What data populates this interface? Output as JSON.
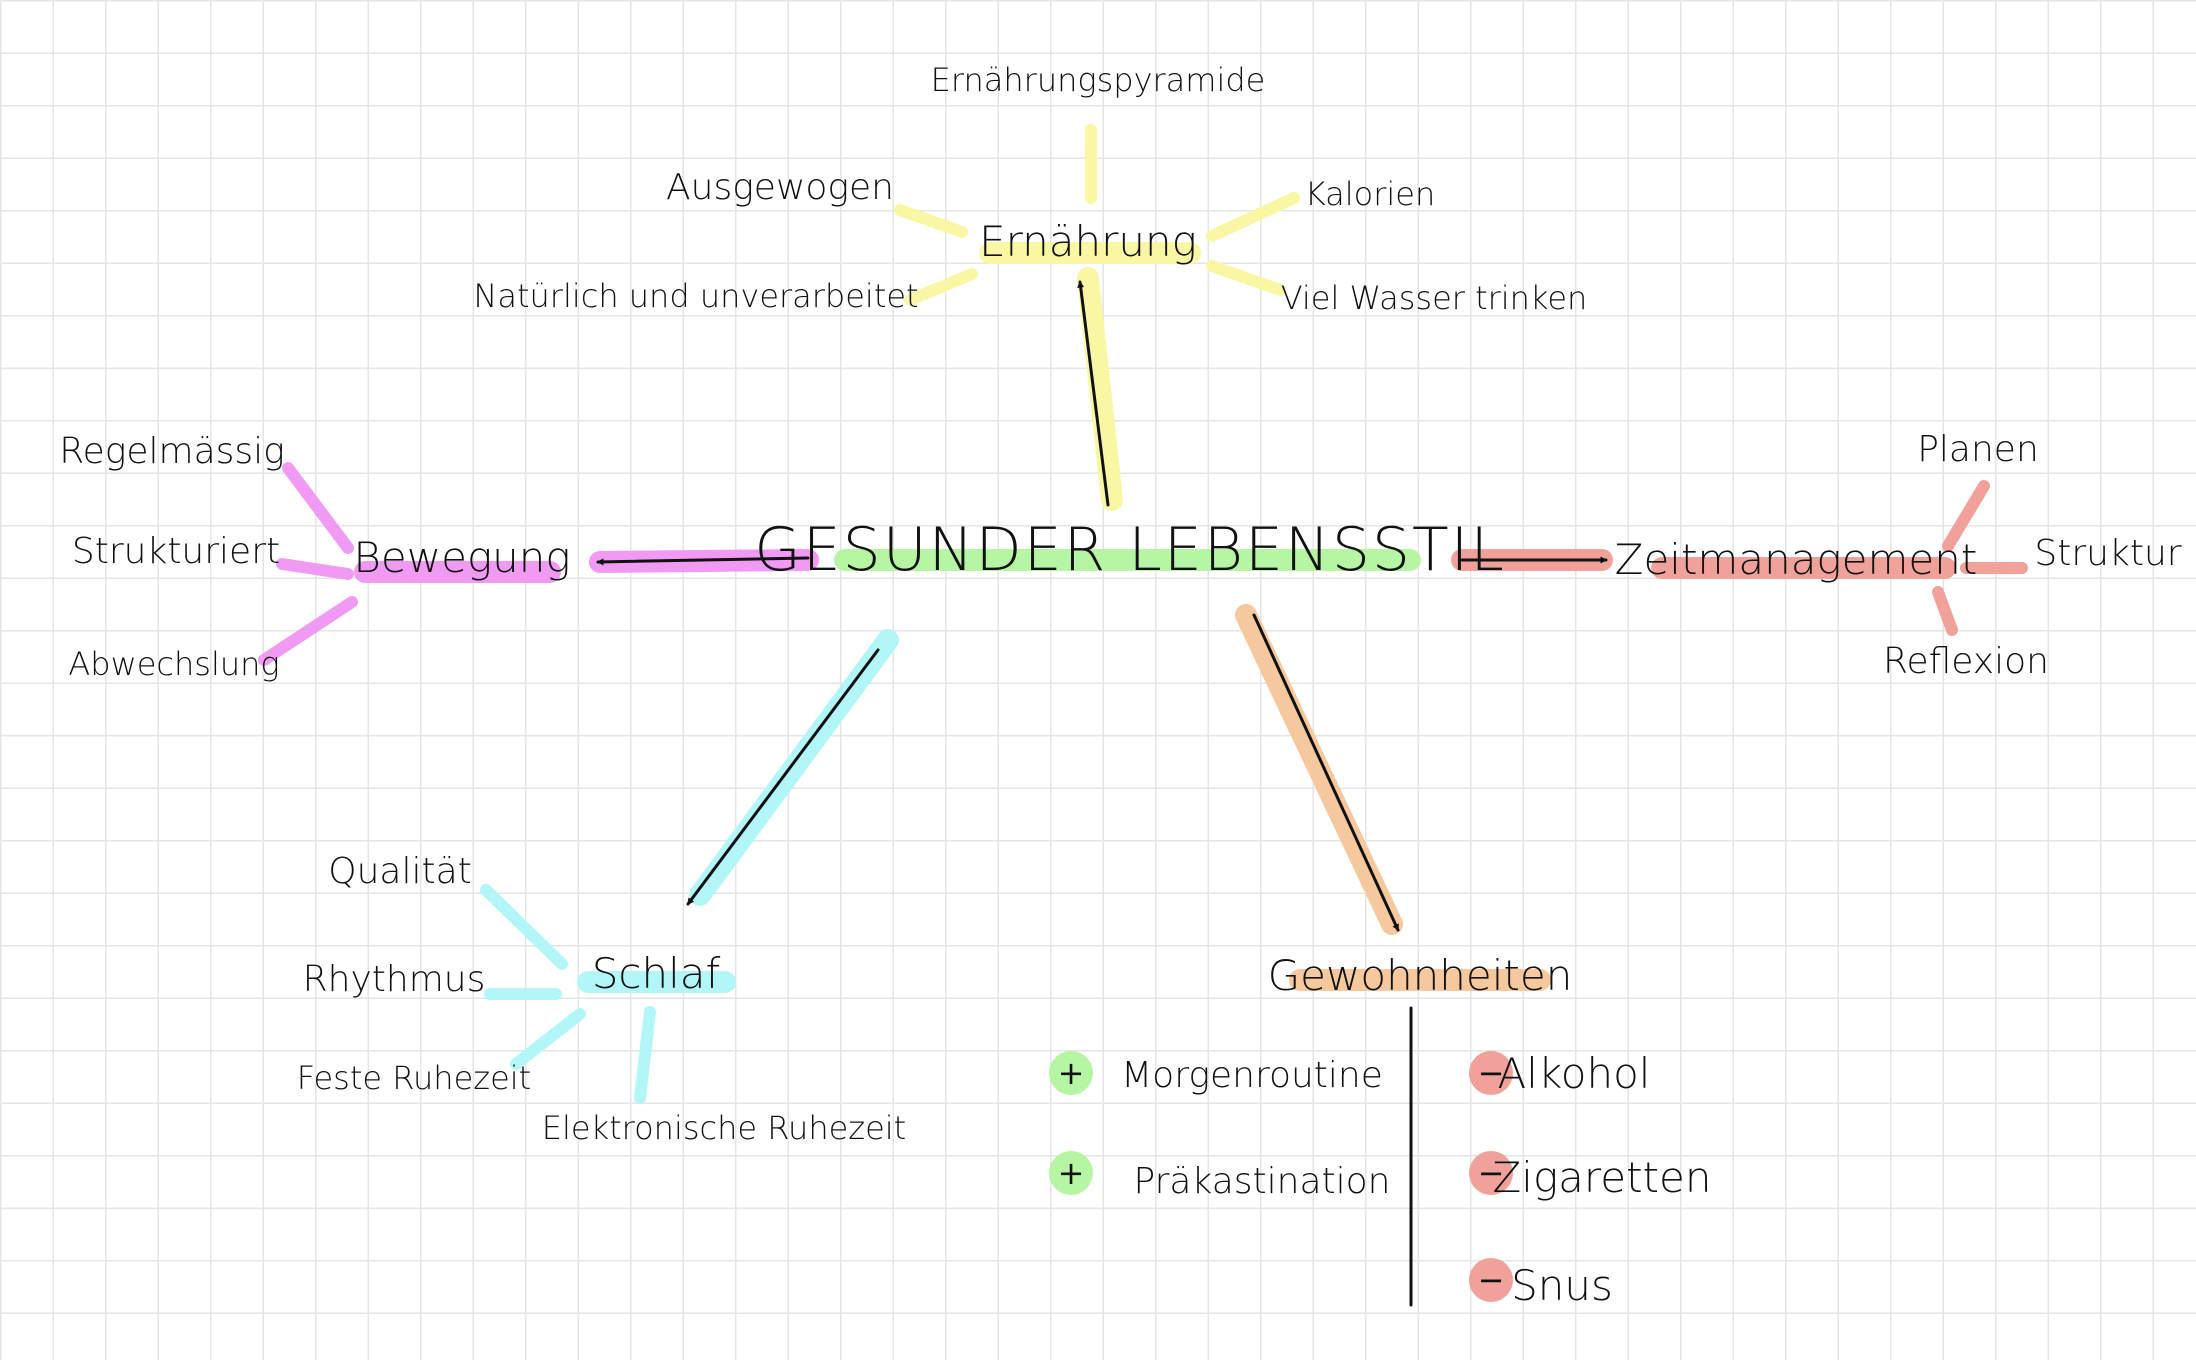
{
  "colors": {
    "center": "#b6f5a4",
    "ernaehrung": "#faf7a4",
    "bewegung": "#f19af3",
    "zeitmanagement": "#f0a29a",
    "schlaf": "#b2f6f8",
    "gewohnheiten": "#f5c89d",
    "positive": "#b6f5a4",
    "negative": "#f0a29a"
  },
  "center": {
    "label": "GESUNDER LEBENSSTIL"
  },
  "branches": {
    "ernaehrung": {
      "label": "Ernährung",
      "items": [
        "Ernährungspyramide",
        "Ausgewogen",
        "Natürlich und unverarbeitet",
        "Kalorien",
        "Viel Wasser trinken"
      ]
    },
    "bewegung": {
      "label": "Bewegung",
      "items": [
        "Regelmässig",
        "Strukturiert",
        "Abwechslung"
      ]
    },
    "zeitmanagement": {
      "label": "Zeitmanagement",
      "items": [
        "Planen",
        "Struktur",
        "Reflexion"
      ]
    },
    "schlaf": {
      "label": "Schlaf",
      "items": [
        "Qualität",
        "Rhythmus",
        "Feste Ruhezeit",
        "Elektronische Ruhezeit"
      ]
    },
    "gewohnheiten": {
      "label": "Gewohnheiten",
      "positive": [
        {
          "sign": "+",
          "label": "Morgenroutine"
        },
        {
          "sign": "+",
          "label": "Präkastination"
        }
      ],
      "negative": [
        {
          "sign": "−",
          "label": "Alkohol"
        },
        {
          "sign": "−",
          "label": "Zigaretten"
        },
        {
          "sign": "−",
          "label": "Snus"
        }
      ]
    }
  }
}
